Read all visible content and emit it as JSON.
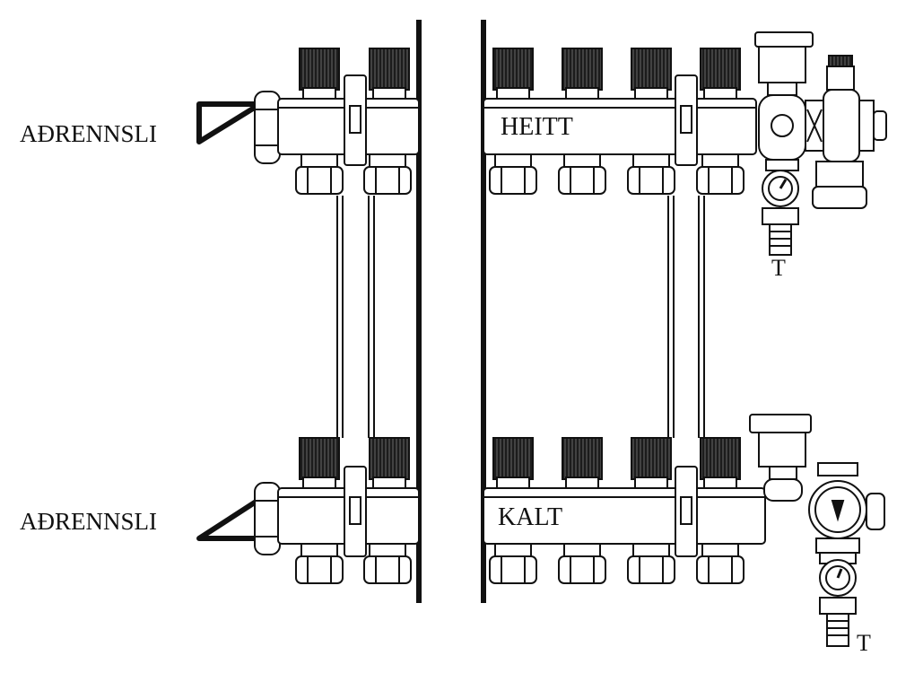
{
  "labels": {
    "drain_top": "AÐRENNSLI",
    "drain_bottom": "AÐRENNSLI",
    "supply_bar": "HEITT",
    "return_bar": "KALT",
    "thermometer_top": "T",
    "thermometer_bottom": "T"
  },
  "colors": {
    "line": "#111111",
    "knob": "#1c1c1c",
    "background": "#ffffff"
  }
}
